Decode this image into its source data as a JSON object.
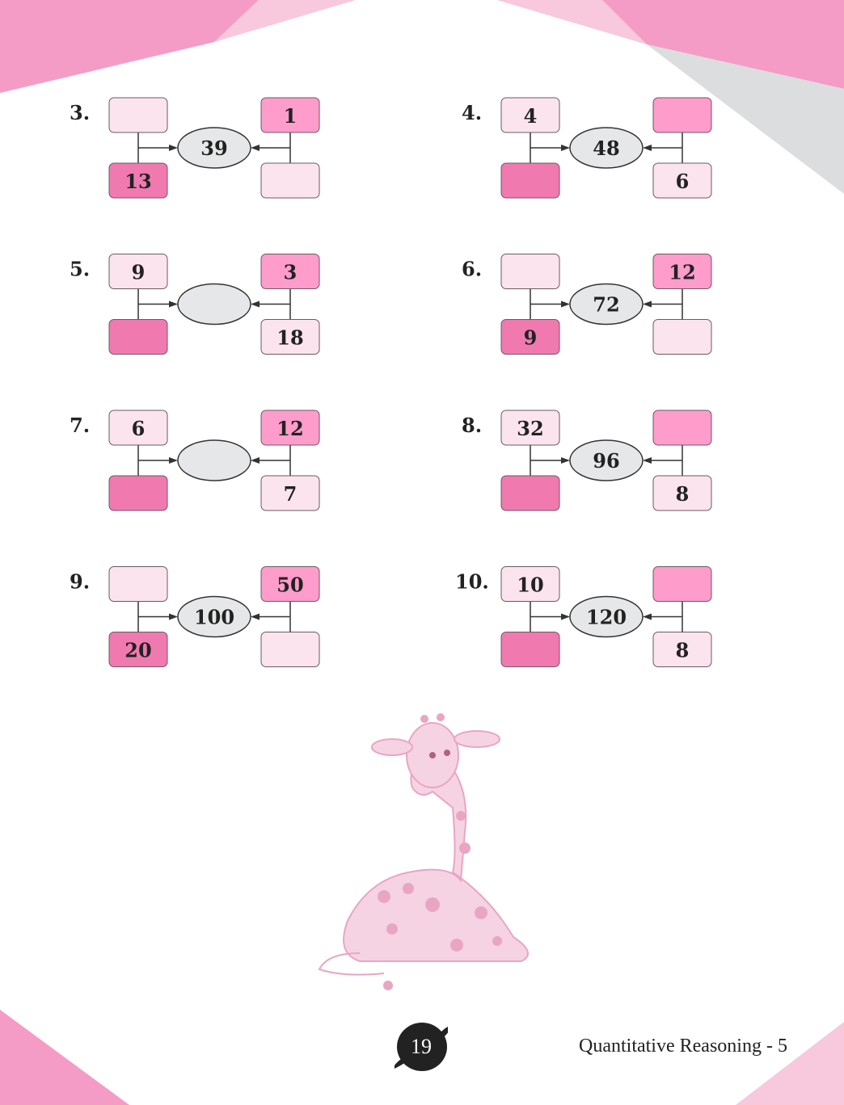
{
  "colors": {
    "light": "#fce4ee",
    "medium": "#fe9ccb",
    "dark": "#f07ab0",
    "oval": "#e6e7e8",
    "stroke": "#333333"
  },
  "puzzles": [
    {
      "label": "3.",
      "tl": "",
      "tr": "1",
      "bl": "13",
      "br": "",
      "center": "39"
    },
    {
      "label": "4.",
      "tl": "4",
      "tr": "",
      "bl": "",
      "br": "6",
      "center": "48"
    },
    {
      "label": "5.",
      "tl": "9",
      "tr": "3",
      "bl": "",
      "br": "18",
      "center": ""
    },
    {
      "label": "6.",
      "tl": "",
      "tr": "12",
      "bl": "9",
      "br": "",
      "center": "72"
    },
    {
      "label": "7.",
      "tl": "6",
      "tr": "12",
      "bl": "",
      "br": "7",
      "center": ""
    },
    {
      "label": "8.",
      "tl": "32",
      "tr": "",
      "bl": "",
      "br": "8",
      "center": "96"
    },
    {
      "label": "9.",
      "tl": "",
      "tr": "50",
      "bl": "20",
      "br": "",
      "center": "100"
    },
    {
      "label": "10.",
      "tl": "10",
      "tr": "",
      "bl": "",
      "br": "8",
      "center": "120"
    }
  ],
  "footer": {
    "page_number": "19",
    "title": "Quantitative Reasoning - 5"
  }
}
